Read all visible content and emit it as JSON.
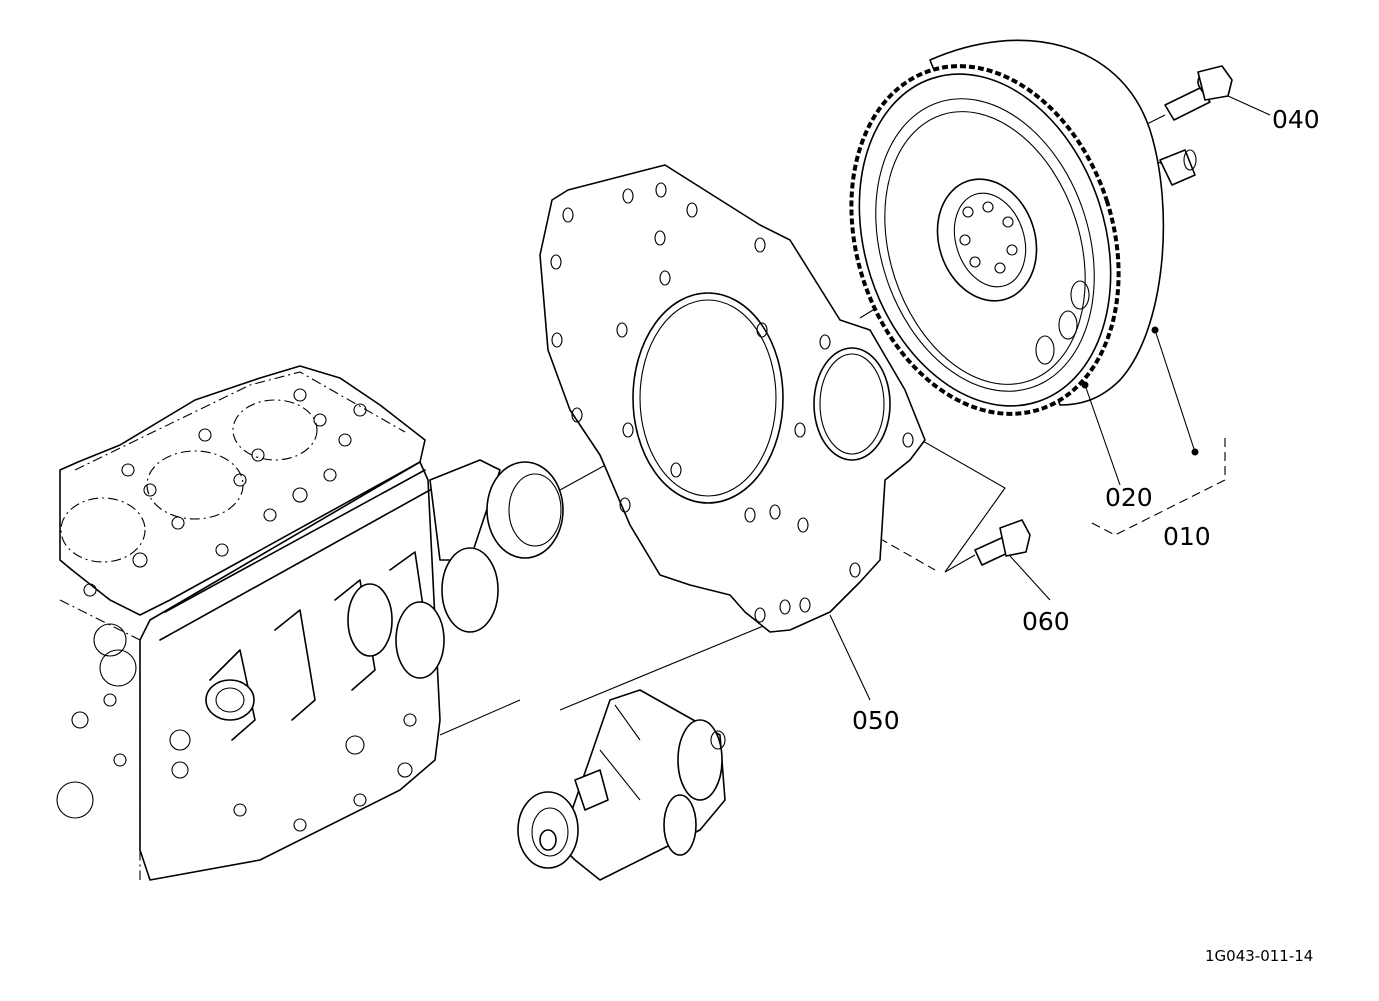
{
  "callouts": {
    "part_010": "010",
    "part_020": "020",
    "part_040": "040",
    "part_050": "050",
    "part_060": "060"
  },
  "reference_code": "1G043-011-14"
}
